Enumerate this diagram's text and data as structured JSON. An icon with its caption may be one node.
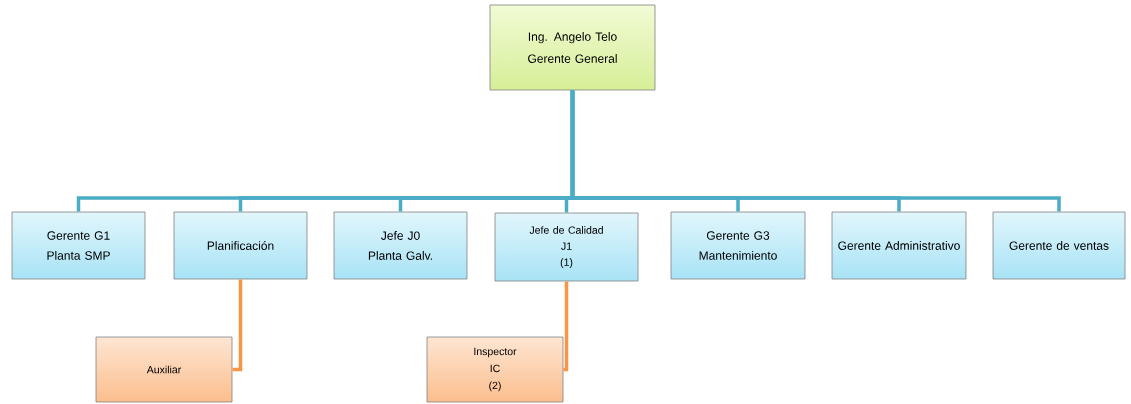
{
  "diagram": {
    "nodes": [
      {
        "text": [
          "Ing. Angelo Telo",
          "Gerente General"
        ]
      },
      {
        "text": [
          "Gerente G1",
          "Planta SMP"
        ]
      },
      {
        "text": [
          "Planificación"
        ]
      },
      {
        "text": [
          "Jefe J0",
          "Planta Galv."
        ]
      },
      {
        "text": [
          "Jefe de Calidad",
          "J1",
          "(1)"
        ]
      },
      {
        "text": [
          "Gerente G3",
          "Mantenimiento"
        ]
      },
      {
        "text": [
          "Gerente Administrativo"
        ]
      },
      {
        "text": [
          "Gerente de ventas"
        ]
      },
      {
        "text": [
          "Auxiliar"
        ]
      },
      {
        "text": [
          "Inspector",
          "IC",
          "(2)"
        ]
      }
    ],
    "edges": [
      {
        "from": 0,
        "to": 1,
        "arrow": "none"
      },
      {
        "from": 0,
        "to": 2,
        "arrow": "none"
      },
      {
        "from": 0,
        "to": 3,
        "arrow": "none"
      },
      {
        "from": 0,
        "to": 4,
        "arrow": "none"
      },
      {
        "from": 0,
        "to": 5,
        "arrow": "none"
      },
      {
        "from": 0,
        "to": 6,
        "arrow": "none"
      },
      {
        "from": 0,
        "to": 7,
        "arrow": "none"
      },
      {
        "from": 2,
        "to": 8,
        "arrow": "none",
        "color": "#f79646"
      },
      {
        "from": 4,
        "to": 9,
        "arrow": "none",
        "color": "#f79646"
      }
    ]
  }
}
